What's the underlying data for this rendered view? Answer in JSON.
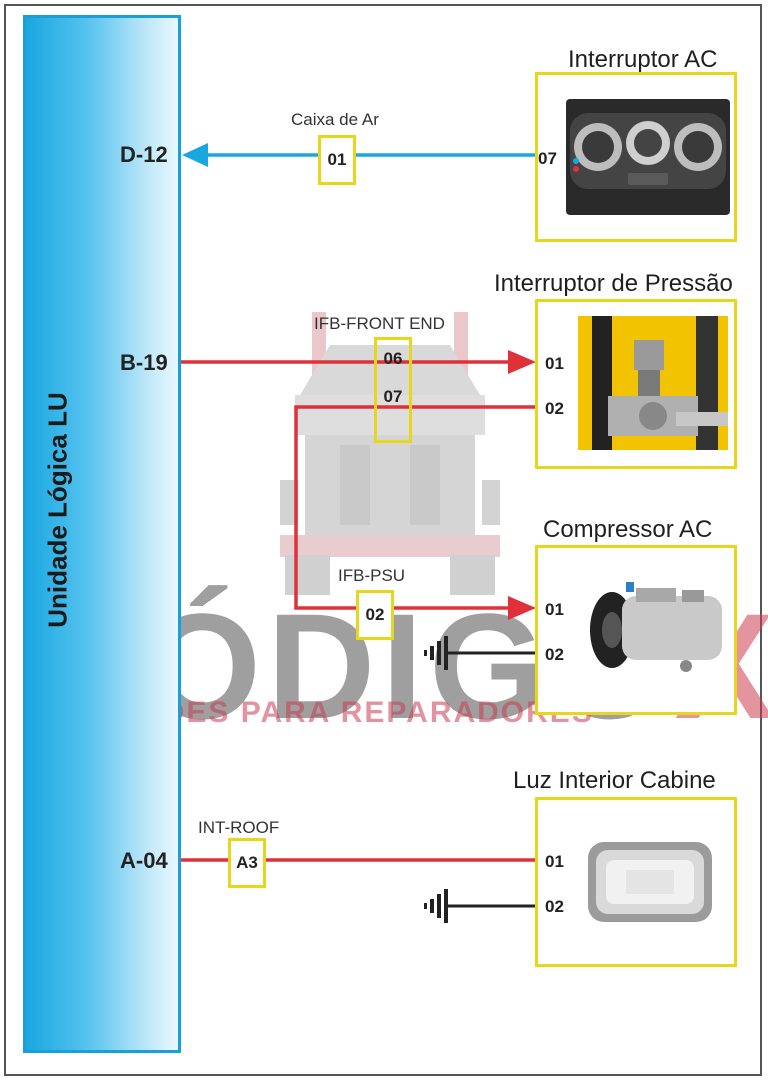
{
  "unit": {
    "label": "Unidade Lógica LU"
  },
  "unit_pins": [
    "D-12",
    "B-19",
    "A-04"
  ],
  "connectors": {
    "caixa_de_ar": {
      "title": "Caixa de Ar",
      "pin": "01"
    },
    "ifb_front_end": {
      "title": "IFB-FRONT END",
      "pins": [
        "06",
        "07"
      ]
    },
    "ifb_psu": {
      "title": "IFB-PSU",
      "pin": "02"
    },
    "int_roof": {
      "title": "INT-ROOF",
      "pin": "A3"
    }
  },
  "components": [
    {
      "name": "Interruptor AC",
      "pins": [
        "07"
      ]
    },
    {
      "name": "Interruptor de Pressão",
      "pins": [
        "01",
        "02"
      ]
    },
    {
      "name": "Compressor AC",
      "pins": [
        "01",
        "02"
      ]
    },
    {
      "name": "Luz Interior Cabine",
      "pins": [
        "01",
        "02"
      ]
    }
  ],
  "watermark": {
    "brand": "CÓDIGO",
    "brand_x": "X",
    "tagline": "SOLUÇÕES PARA REPARADORES"
  },
  "colors": {
    "signal_blue": "#1aa7e0",
    "power_red": "#e0303a",
    "ground_black": "#222222",
    "connector_yellow": "#e6d71d"
  }
}
